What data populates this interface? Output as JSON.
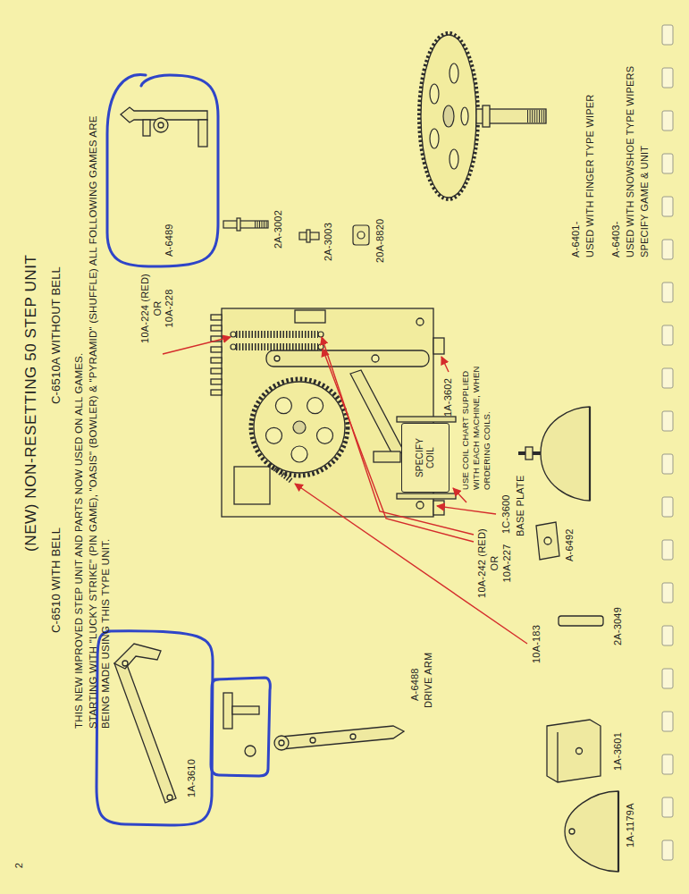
{
  "diagram": {
    "title": "(NEW) NON-RESETTING 50 STEP UNIT",
    "nodes": [
      {
        "text": [
          "SPECIFY COIL"
        ]
      }
    ],
    "labels": [
      "C-6510 WITH BELL",
      "C-6510A WITHOUT BELL",
      "THIS NEW IMPROVED STEP UNIT AND PARTS NOW USED ON ALL GAMES.",
      "STARTING WITH \"LUCKY STRIKE\" (PIN GAME), \"OASIS\" (BOWLER) & \"PYRAMID\" (SHUFFLE) ALL FOLLOWING GAMES ARE BEING MADE USING THIS TYPE UNIT.",
      "A-6489",
      "10A-224 (RED)",
      "OR",
      "10A-228",
      "2A-3002",
      "2A-3003",
      "20A-8820",
      "1A-3602",
      "USE COIL CHART SUPPLIED WITH EACH MACHINE, WHEN ORDERING COILS.",
      "10A-242 (RED)",
      "OR",
      "10A-227",
      "1C-3600",
      "BASE PLATE",
      "10A-183",
      "A-6492",
      "A-6401-",
      "USED WITH FINGER TYPE WIPER",
      "A-6403-",
      "USED WITH SNOWSHOE TYPE WIPERS",
      "SPECIFY GAME & UNIT",
      "1A-3610",
      "A-6488",
      "DRIVE ARM",
      "2A-3049",
      "1A-3601",
      "1A-1179A",
      "2"
    ]
  }
}
